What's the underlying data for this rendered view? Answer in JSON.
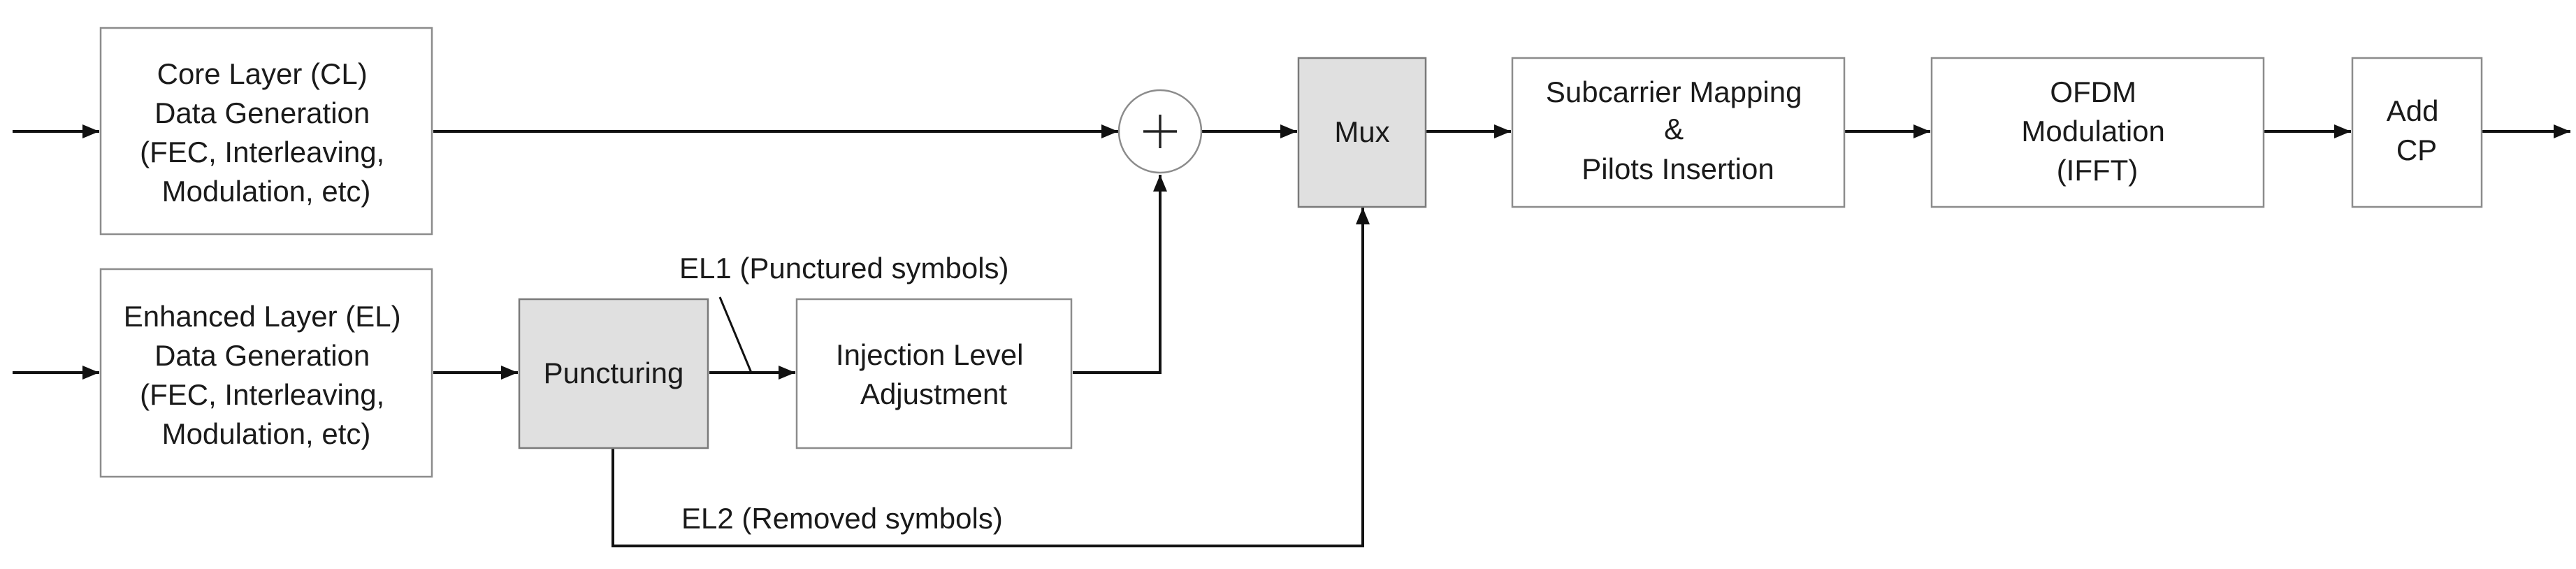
{
  "blocks": {
    "core_layer": [
      "Core Layer (CL)",
      "Data Generation",
      "(FEC, Interleaving,",
      "Modulation, etc)"
    ],
    "enhanced_layer": [
      "Enhanced Layer (EL)",
      "Data Generation",
      "(FEC, Interleaving,",
      "Modulation, etc)"
    ],
    "puncturing": [
      "Puncturing"
    ],
    "injection_level": [
      "Injection Level",
      "Adjustment"
    ],
    "mux": [
      "Mux"
    ],
    "subcarrier_mapping": [
      "Subcarrier Mapping",
      "&",
      "Pilots Insertion"
    ],
    "ofdm_modulation": [
      "OFDM",
      "Modulation",
      "(IFFT)"
    ],
    "add_cp": [
      "Add",
      "CP"
    ]
  },
  "annotations": {
    "el1": "EL1 (Punctured symbols)",
    "el2": "EL2 (Removed symbols)"
  },
  "summing_node": {
    "symbol": "+"
  }
}
